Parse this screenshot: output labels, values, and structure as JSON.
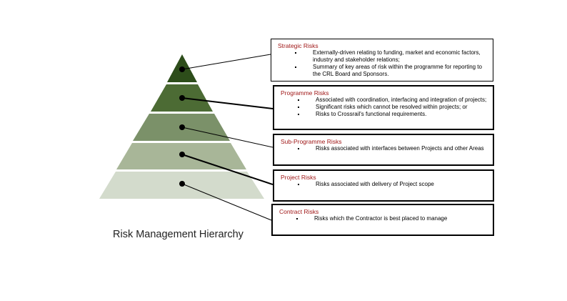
{
  "colors": {
    "tiers": [
      "#2d4d1a",
      "#4c6b34",
      "#7b9169",
      "#a8b698",
      "#d3dbcc"
    ],
    "box_title": "#a01818",
    "connector": "#000000"
  },
  "caption": "Risk Management Hierarchy",
  "boxes": [
    {
      "title": "Strategic Risks",
      "bullets": [
        "Externally-driven relating to funding, market and economic factors, industry and stakeholder relations;",
        "Summary of key areas of risk within the programme for reporting to the CRL Board and Sponsors."
      ]
    },
    {
      "title": "Programme Risks",
      "bullets": [
        "Associated with coordination, interfacing and integration of projects;",
        "Significant risks which cannot be resolved within projects; or",
        "Risks to Crossrail's functional requirements."
      ]
    },
    {
      "title": "Sub-Programme Risks",
      "bullets": [
        "Risks associated with interfaces between Projects and other Areas"
      ]
    },
    {
      "title": "Project Risks",
      "bullets": [
        "Risks associated with delivery of Project scope"
      ]
    },
    {
      "title": "Contract Risks",
      "bullets": [
        "Risks which the Contractor is best placed to manage"
      ]
    }
  ]
}
